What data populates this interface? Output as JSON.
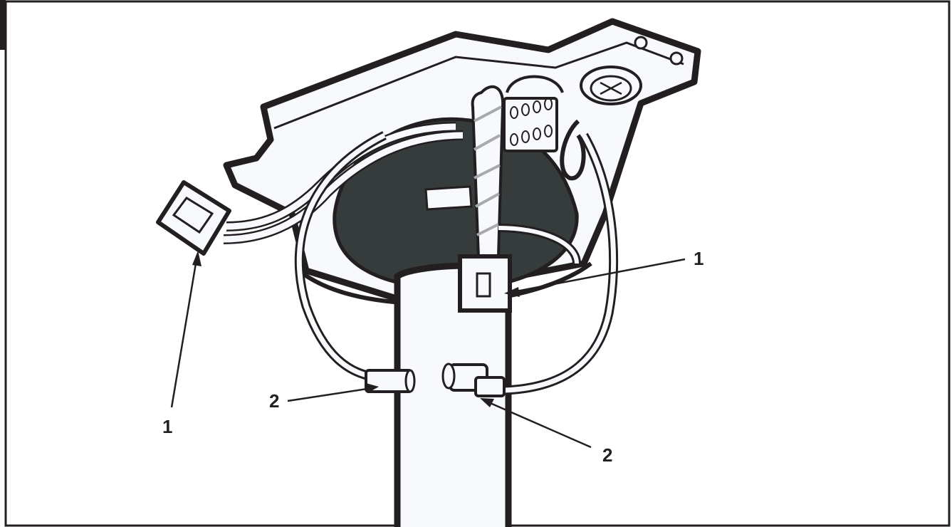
{
  "colors": {
    "ink": "#231f20",
    "fill_light": "#f7f9fc",
    "fill_dark": "#363b3c",
    "accent_gray": "#a7a9ac"
  },
  "callouts": {
    "c1_left": "1",
    "c1_right": "1",
    "c2_left": "2",
    "c2_right": "2"
  }
}
